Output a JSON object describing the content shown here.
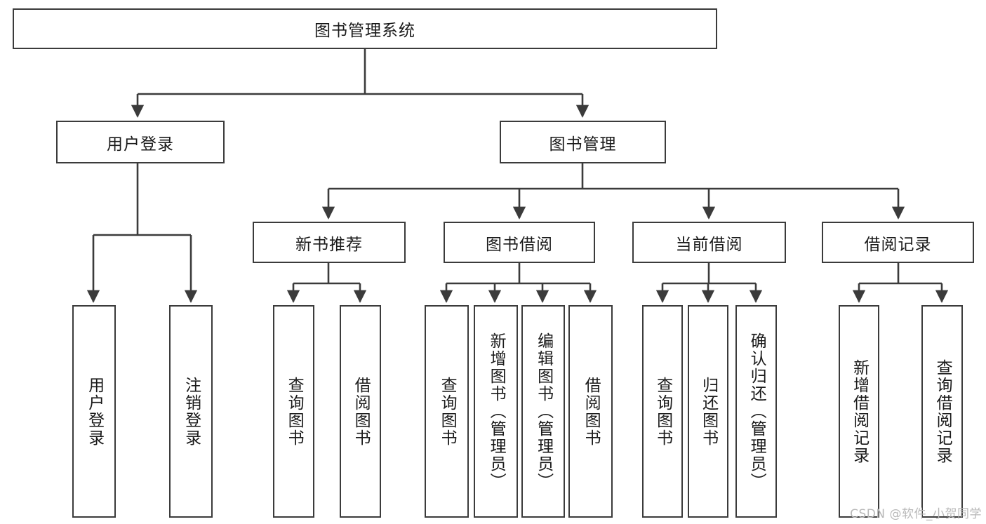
{
  "diagram": {
    "title": "图书管理系统",
    "type": "hierarchy-tree",
    "root": {
      "label": "图书管理系统"
    },
    "level1": [
      {
        "label": "用户登录"
      },
      {
        "label": "图书管理"
      }
    ],
    "level2": [
      {
        "label": "新书推荐"
      },
      {
        "label": "图书借阅"
      },
      {
        "label": "当前借阅"
      },
      {
        "label": "借阅记录"
      }
    ],
    "leaves": {
      "user_login": [
        {
          "label": "用户登录"
        },
        {
          "label": "注销登录"
        }
      ],
      "new_book_recommend": [
        {
          "label": "查询图书"
        },
        {
          "label": "借阅图书"
        }
      ],
      "book_borrow": [
        {
          "label": "查询图书"
        },
        {
          "label": "新增图书（管理员）"
        },
        {
          "label": "编辑图书（管理员）"
        },
        {
          "label": "借阅图书"
        }
      ],
      "current_borrow": [
        {
          "label": "查询图书"
        },
        {
          "label": "归还图书"
        },
        {
          "label": "确认归还（管理员）"
        }
      ],
      "borrow_record": [
        {
          "label": "新增借阅记录"
        },
        {
          "label": "查询借阅记录"
        }
      ]
    }
  },
  "watermark": {
    "text": "CSDN @软件_小贺同学"
  },
  "colors": {
    "stroke": "#3b3b3b",
    "fill": "#ffffff",
    "text": "#1a1a1a",
    "watermark": "#b8b8b8"
  }
}
